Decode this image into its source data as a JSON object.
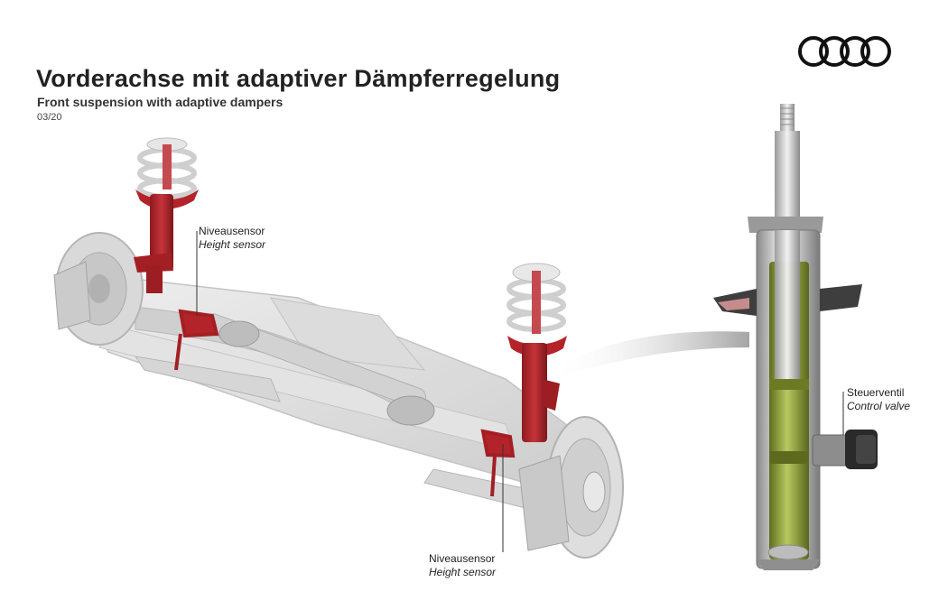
{
  "header": {
    "title": "Vorderachse mit adaptiver Dämpferregelung",
    "subtitle": "Front suspension with adaptive dampers",
    "doc_code": "03/20"
  },
  "logo": {
    "icon": "four-rings-logo"
  },
  "callouts": [
    {
      "de": "Niveausensor",
      "en": "Height sensor"
    },
    {
      "de": "Niveausensor",
      "en": "Height sensor"
    },
    {
      "de": "Steuerventil",
      "en": "Control valve"
    }
  ],
  "colors": {
    "strut_red": "#b3242a",
    "damper_green": "#8fa03a",
    "chassis_grey": "#d8d8d8"
  }
}
